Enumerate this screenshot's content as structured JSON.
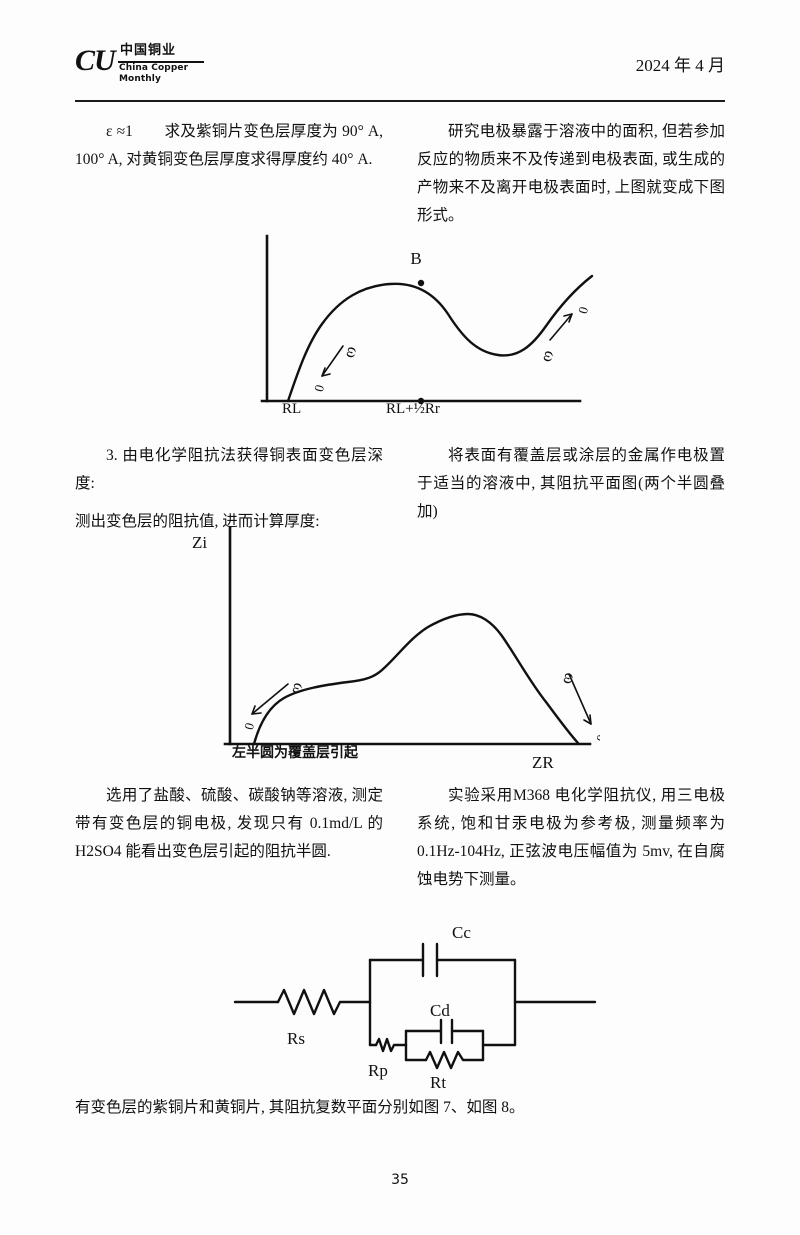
{
  "header": {
    "logo_mark": "CU",
    "logo_chinese": "中国铜业",
    "logo_english": "China Copper Monthly",
    "issue_date": "2024 年 4 月"
  },
  "columns": {
    "left": [
      "ε ≈1　　求及紫铜片变色层厚度为 90° A, 100° A, 对黄铜变色层厚度求得厚度约 40° A.",
      "3. 由电化学阻抗法获得铜表面变色层深度:",
      "测出变色层的阻抗值, 进而计算厚度:",
      "选用了盐酸、硫酸、碳酸钠等溶液, 测定带有变色层的铜电极, 发现只有 0.1md/L 的 H2SO4 能看出变色层引起的阻抗半圆."
    ],
    "right": [
      "研究电极暴露于溶液中的面积, 但若参加反应的物质来不及传递到电极表面, 或生成的产物来不及离开电极表面时, 上图就变成下图形式。",
      "将表面有覆盖层或涂层的金属作电极置于适当的溶液中, 其阻抗平面图(两个半圆叠加)",
      "实验采用M368 电化学阻抗仪, 用三电极系统, 饱和甘汞电极为参考极, 测量频率为 0.1Hz-104Hz, 正弦波电压幅值为 5mv, 在自腐蚀电势下测量。"
    ]
  },
  "figure1": {
    "peak_label": "B",
    "x_tick_left": "RL",
    "x_tick_mid": "RL+½Rr",
    "omega_left": "ω",
    "omega_right": "ω",
    "zero_right": "0",
    "zero_left": "0"
  },
  "figure2": {
    "y_axis_label": "Zi",
    "x_axis_label": "ZR",
    "caption": "左半圆为覆盖层引起",
    "omega_left": "ω",
    "omega_right": "ω",
    "zero_left": "0",
    "zero_right": "0"
  },
  "figure3": {
    "rs": "Rs",
    "cc": "Cc",
    "rp": "Rp",
    "cd": "Cd",
    "rt": "Rt"
  },
  "closing_text": "有变色层的紫铜片和黄铜片, 其阻抗复数平面分别如图 7、如图 8。",
  "page_number": "35",
  "chart_data": [
    {
      "type": "line",
      "title": "",
      "xlabel": "",
      "ylabel": "",
      "x_ticks": [
        "RL",
        "RL+½Rr"
      ],
      "annotations": [
        "B",
        "ω",
        "0"
      ],
      "description": "Impedance complex-plane locus: rises from RL, peaks at B above RL+½Rr, dips to a minimum, then rises again toward high values.",
      "x": [
        0,
        0.05,
        0.12,
        0.2,
        0.3,
        0.4,
        0.5,
        0.6,
        0.7,
        0.78,
        0.85,
        0.93,
        1.0
      ],
      "y": [
        0,
        0.18,
        0.45,
        0.68,
        0.84,
        0.9,
        0.86,
        0.72,
        0.56,
        0.5,
        0.54,
        0.72,
        0.95
      ]
    },
    {
      "type": "line",
      "title": "",
      "xlabel": "ZR",
      "ylabel": "Zi",
      "annotations": [
        "左半圆为覆盖层引起",
        "ω",
        "0"
      ],
      "description": "Two overlapping semicircles: small left semicircle from the coating layer merging into a larger right semicircle.",
      "x": [
        0,
        0.05,
        0.1,
        0.17,
        0.25,
        0.33,
        0.4,
        0.47,
        0.55,
        0.63,
        0.7,
        0.78,
        0.86,
        0.93,
        1.0
      ],
      "y": [
        0,
        0.22,
        0.33,
        0.38,
        0.4,
        0.42,
        0.5,
        0.64,
        0.76,
        0.8,
        0.74,
        0.6,
        0.42,
        0.22,
        0.0
      ]
    }
  ]
}
